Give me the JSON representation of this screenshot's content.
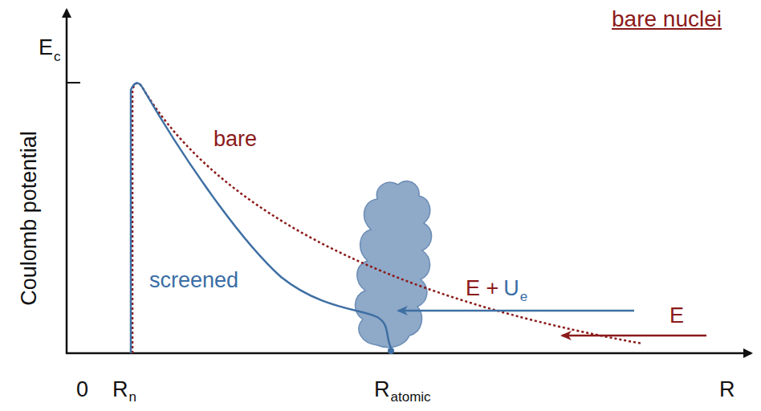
{
  "diagram": {
    "title": "bare nuclei",
    "labels": [
      "E",
      "c",
      "Coulomb potential",
      "bare",
      "screened",
      "E +",
      "U",
      "e",
      "E",
      "0",
      "R",
      "n",
      "R",
      "atomic",
      "R"
    ]
  }
}
